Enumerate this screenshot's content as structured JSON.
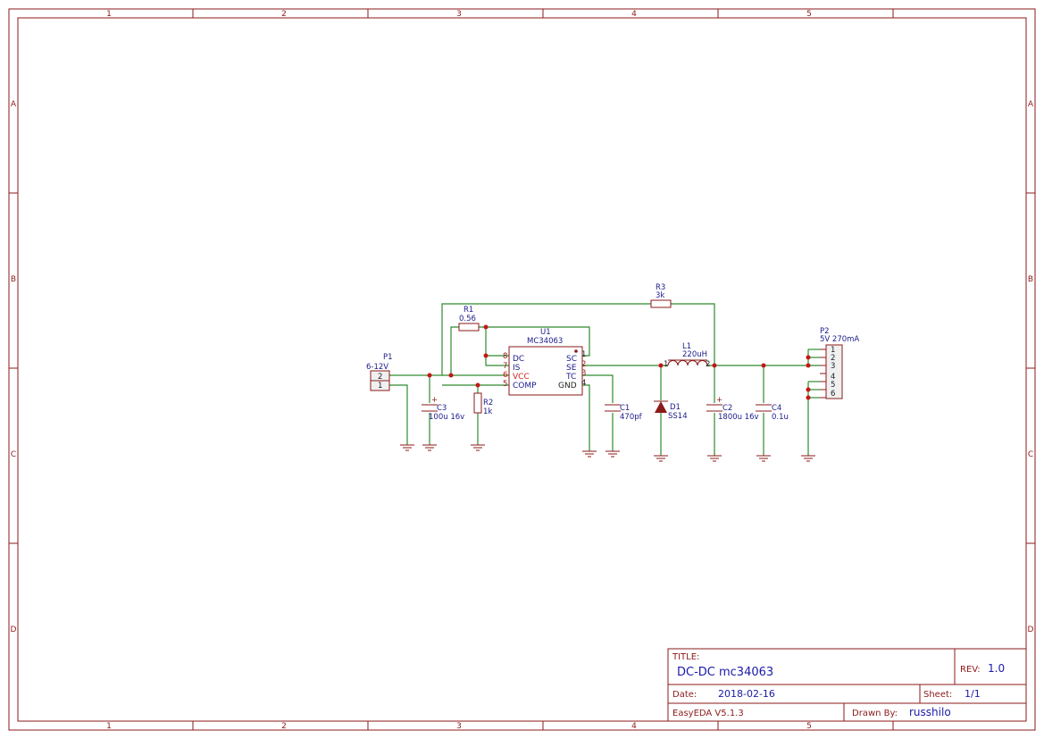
{
  "frame": {
    "columns": [
      "1",
      "2",
      "3",
      "4",
      "5"
    ],
    "rows": [
      "A",
      "B",
      "C",
      "D"
    ]
  },
  "components": {
    "p1": {
      "ref": "P1",
      "value": "6-12V",
      "pins": [
        "2",
        "1"
      ]
    },
    "p2": {
      "ref": "P2",
      "value": "5V 270mA",
      "pins": [
        "1",
        "2",
        "3",
        "4",
        "5",
        "6"
      ]
    },
    "u1": {
      "ref": "U1",
      "value": "MC34063",
      "left_pins": [
        {
          "num": "8",
          "name": "DC"
        },
        {
          "num": "7",
          "name": "IS"
        },
        {
          "num": "6",
          "name": "VCC"
        },
        {
          "num": "5",
          "name": "COMP"
        }
      ],
      "right_pins": [
        {
          "num": "1",
          "name": "SC"
        },
        {
          "num": "2",
          "name": "SE"
        },
        {
          "num": "3",
          "name": "TC"
        },
        {
          "num": "4",
          "name": "GND"
        }
      ]
    },
    "r1": {
      "ref": "R1",
      "value": "0.56"
    },
    "r2": {
      "ref": "R2",
      "value": "1k"
    },
    "r3": {
      "ref": "R3",
      "value": "3k"
    },
    "c1": {
      "ref": "C1",
      "value": "470pf"
    },
    "c2": {
      "ref": "C2",
      "value": "1800u 16v"
    },
    "c3": {
      "ref": "C3",
      "value": "100u 16v"
    },
    "c4": {
      "ref": "C4",
      "value": "0.1u"
    },
    "l1": {
      "ref": "L1",
      "value": "220uH",
      "pin_a": "1",
      "pin_b": "2"
    },
    "d1": {
      "ref": "D1",
      "value": "SS14"
    },
    "polarity_mark": "+"
  },
  "title_block": {
    "title_key": "TITLE:",
    "title": "DC-DC mc34063",
    "rev_key": "REV:",
    "rev": "1.0",
    "date_key": "Date:",
    "date": "2018-02-16",
    "sheet_key": "Sheet:",
    "sheet": "1/1",
    "tool": "EasyEDA V5.1.3",
    "drawn_key": "Drawn By:",
    "drawn_by": "russhilo"
  },
  "colors": {
    "border": "#8b1a1a",
    "wire": "#2e8b2e",
    "label": "#1a1a8b",
    "junction": "#c41616",
    "highlight_pin": "#d42020"
  }
}
